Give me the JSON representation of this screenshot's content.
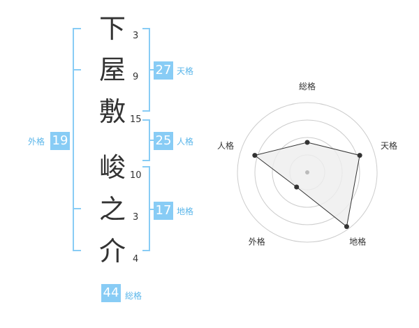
{
  "name": [
    {
      "char": "下",
      "strokes": "3"
    },
    {
      "char": "屋",
      "strokes": "9"
    },
    {
      "char": "敷",
      "strokes": "15"
    },
    {
      "char": "峻",
      "strokes": "10"
    },
    {
      "char": "之",
      "strokes": "3"
    },
    {
      "char": "介",
      "strokes": "4"
    }
  ],
  "kaku": {
    "tenkaku": {
      "value": "27",
      "label": "天格"
    },
    "jinkaku": {
      "value": "25",
      "label": "人格"
    },
    "chikaku": {
      "value": "17",
      "label": "地格"
    },
    "gaikaku": {
      "value": "19",
      "label": "外格"
    },
    "soukaku": {
      "value": "44",
      "label": "総格"
    }
  },
  "colors": {
    "bracket": "#88ccf5",
    "box": "#88ccf5",
    "label": "#5bb6ea",
    "radar_ring": "#cccccc",
    "radar_fill": "#eeeeee",
    "radar_line": "#333333"
  },
  "chart_data": {
    "type": "radar",
    "axes": [
      "総格",
      "天格",
      "地格",
      "外格",
      "人格"
    ],
    "values": [
      0.43,
      0.79,
      0.96,
      0.26,
      0.79
    ],
    "scale_max": 1,
    "rings": 4
  }
}
